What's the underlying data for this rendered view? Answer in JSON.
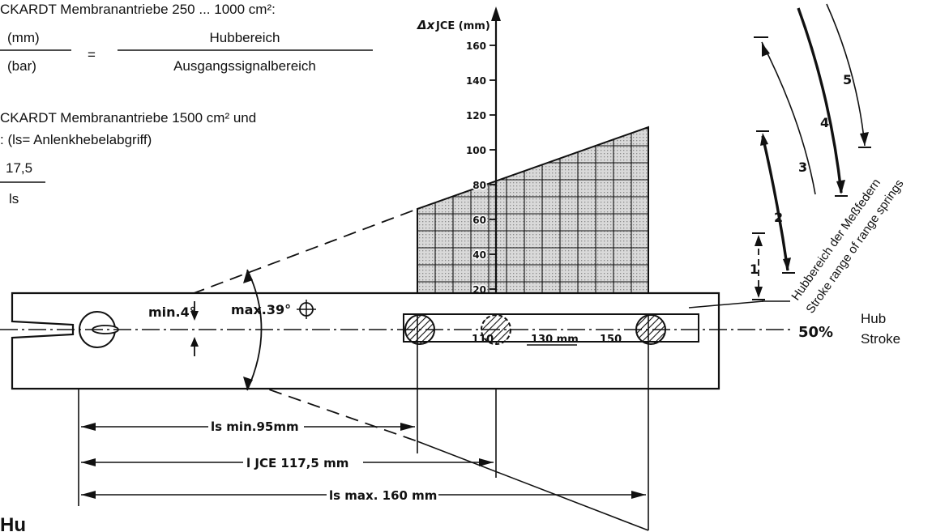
{
  "formula": {
    "line1": "CKARDT Membranantriebe 250 ... 1000 cm²:",
    "frac1_left_num": "(mm)",
    "frac1_left_den": "(bar)",
    "equals": "=",
    "frac1_right_num": "Hubbereich",
    "frac1_right_den": "Ausgangssignalbereich",
    "line2": "CKARDT Membranantriebe 1500 cm² und",
    "line3": ": (ls= Anlenkhebelabgriff)",
    "frac2_num": "17,5",
    "frac2_den": "ls"
  },
  "axis": {
    "label_prefix": "Δx",
    "label_suffix": "JCE (mm)",
    "ticks": [
      "160",
      "140",
      "120",
      "100",
      "80",
      "60",
      "40",
      "20"
    ]
  },
  "lever": {
    "positions": [
      "110",
      "130 mm",
      "150"
    ],
    "angle_min": "min.4°",
    "angle_max": "max.39°"
  },
  "hub": {
    "percent": "50%",
    "de": "Hub",
    "en": "Stroke"
  },
  "springs": {
    "label_de": "Hubbereich der Meßfedern",
    "label_en": "Stroke range of range springs",
    "numbers": [
      "1",
      "2",
      "3",
      "4",
      "5"
    ]
  },
  "dimensions": {
    "ls_min": "ls min.95mm",
    "l_jce": "l JCE 117,5 mm",
    "ls_max": "ls max. 160 mm"
  },
  "corner_fragment": "Hu"
}
